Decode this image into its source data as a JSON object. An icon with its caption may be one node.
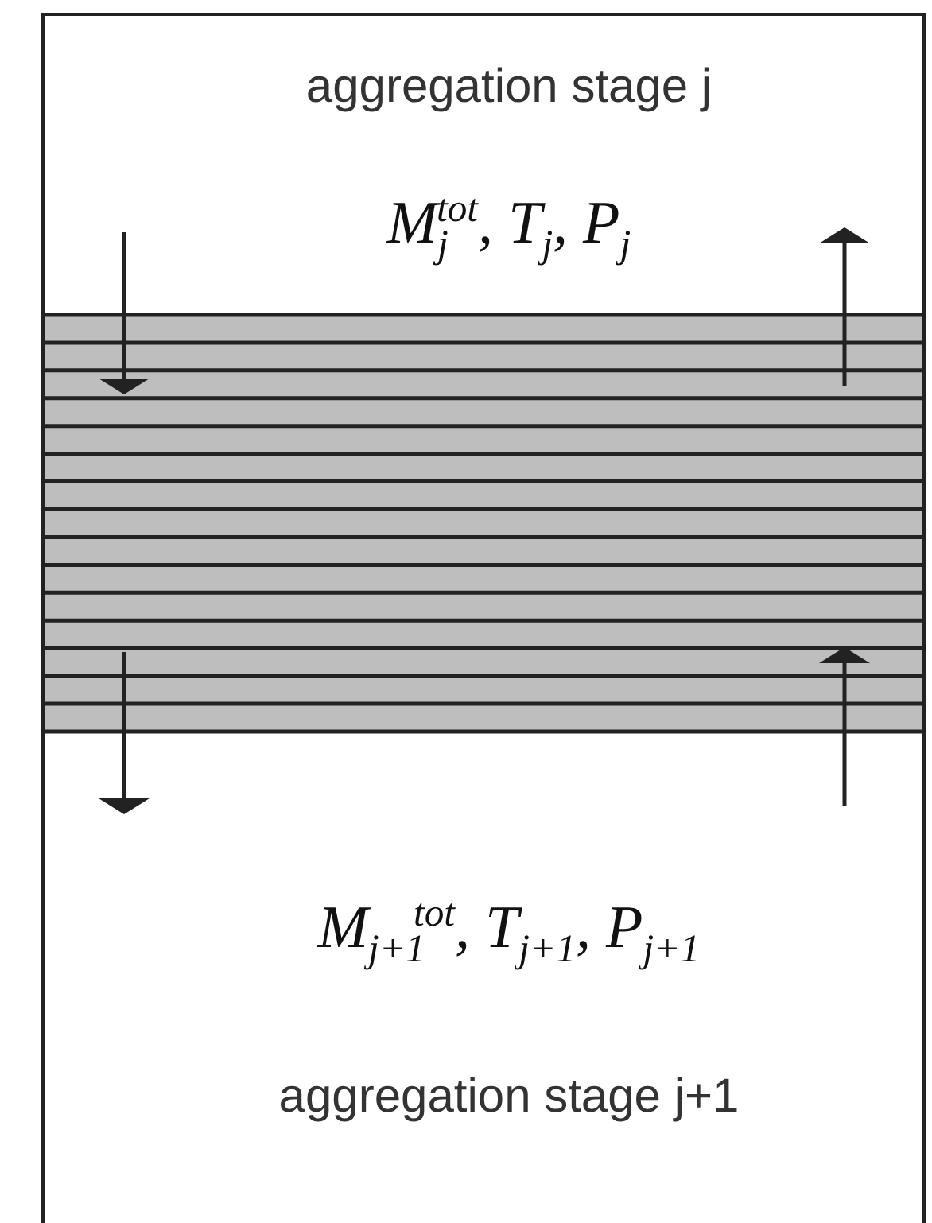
{
  "diagram": {
    "nodes": [
      {
        "text": [
          "aggregation stage j",
          "M$_{j}$$^{tot}$, T$_{j}$, P$_{j}$"
        ]
      },
      {
        "text": [],
        "shape": "bar"
      },
      {
        "text": [
          "M$_{j+1}$$^{tot}$, T$_{j+1}$, P$_{j+1}$",
          "aggregation stage j+1"
        ]
      }
    ],
    "edges": [
      {
        "from": 0,
        "to": 1,
        "arrow": "to"
      },
      {
        "from": 1,
        "to": 0,
        "arrow": "to"
      },
      {
        "from": 1,
        "to": 2,
        "arrow": "to"
      },
      {
        "from": 2,
        "to": 1,
        "arrow": "to"
      }
    ]
  }
}
